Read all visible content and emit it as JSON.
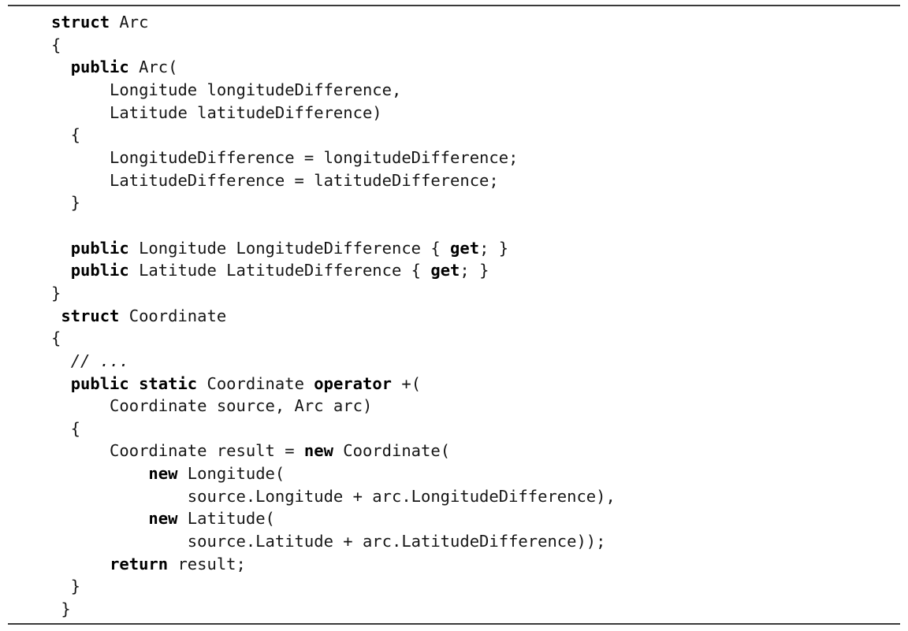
{
  "colors": {
    "background": "#ffffff",
    "text": "#161616",
    "keyword": "#000000",
    "rule": "#3a3a3a"
  },
  "code": {
    "lines": [
      [
        [
          "k",
          "struct"
        ],
        [
          "p",
          " Arc"
        ]
      ],
      [
        [
          "p",
          "{"
        ]
      ],
      [
        [
          "p",
          "  "
        ],
        [
          "k",
          "public"
        ],
        [
          "p",
          " Arc("
        ]
      ],
      [
        [
          "p",
          "      Longitude longitudeDifference,"
        ]
      ],
      [
        [
          "p",
          "      Latitude latitudeDifference)"
        ]
      ],
      [
        [
          "p",
          "  {"
        ]
      ],
      [
        [
          "p",
          "      LongitudeDifference = longitudeDifference;"
        ]
      ],
      [
        [
          "p",
          "      LatitudeDifference = latitudeDifference;"
        ]
      ],
      [
        [
          "p",
          "  }"
        ]
      ],
      [],
      [
        [
          "p",
          "  "
        ],
        [
          "k",
          "public"
        ],
        [
          "p",
          " Longitude LongitudeDifference { "
        ],
        [
          "k",
          "get"
        ],
        [
          "p",
          "; }"
        ]
      ],
      [
        [
          "p",
          "  "
        ],
        [
          "k",
          "public"
        ],
        [
          "p",
          " Latitude LatitudeDifference { "
        ],
        [
          "k",
          "get"
        ],
        [
          "p",
          "; }"
        ]
      ],
      [
        [
          "p",
          "}"
        ]
      ],
      [
        [
          "p",
          " "
        ],
        [
          "k",
          "struct"
        ],
        [
          "p",
          " Coordinate"
        ]
      ],
      [
        [
          "p",
          "{"
        ]
      ],
      [
        [
          "p",
          "  "
        ],
        [
          "c",
          "// ..."
        ]
      ],
      [
        [
          "p",
          "  "
        ],
        [
          "k",
          "public"
        ],
        [
          "p",
          " "
        ],
        [
          "k",
          "static"
        ],
        [
          "p",
          " Coordinate "
        ],
        [
          "k",
          "operator"
        ],
        [
          "p",
          " +("
        ]
      ],
      [
        [
          "p",
          "      Coordinate source, Arc arc)"
        ]
      ],
      [
        [
          "p",
          "  {"
        ]
      ],
      [
        [
          "p",
          "      Coordinate result = "
        ],
        [
          "k",
          "new"
        ],
        [
          "p",
          " Coordinate("
        ]
      ],
      [
        [
          "p",
          "          "
        ],
        [
          "k",
          "new"
        ],
        [
          "p",
          " Longitude("
        ]
      ],
      [
        [
          "p",
          "              source.Longitude + arc.LongitudeDifference),"
        ]
      ],
      [
        [
          "p",
          "          "
        ],
        [
          "k",
          "new"
        ],
        [
          "p",
          " Latitude("
        ]
      ],
      [
        [
          "p",
          "              source.Latitude + arc.LatitudeDifference));"
        ]
      ],
      [
        [
          "p",
          "      "
        ],
        [
          "k",
          "return"
        ],
        [
          "p",
          " result;"
        ]
      ],
      [
        [
          "p",
          "  }"
        ]
      ],
      [
        [
          "p",
          " }"
        ]
      ]
    ]
  }
}
